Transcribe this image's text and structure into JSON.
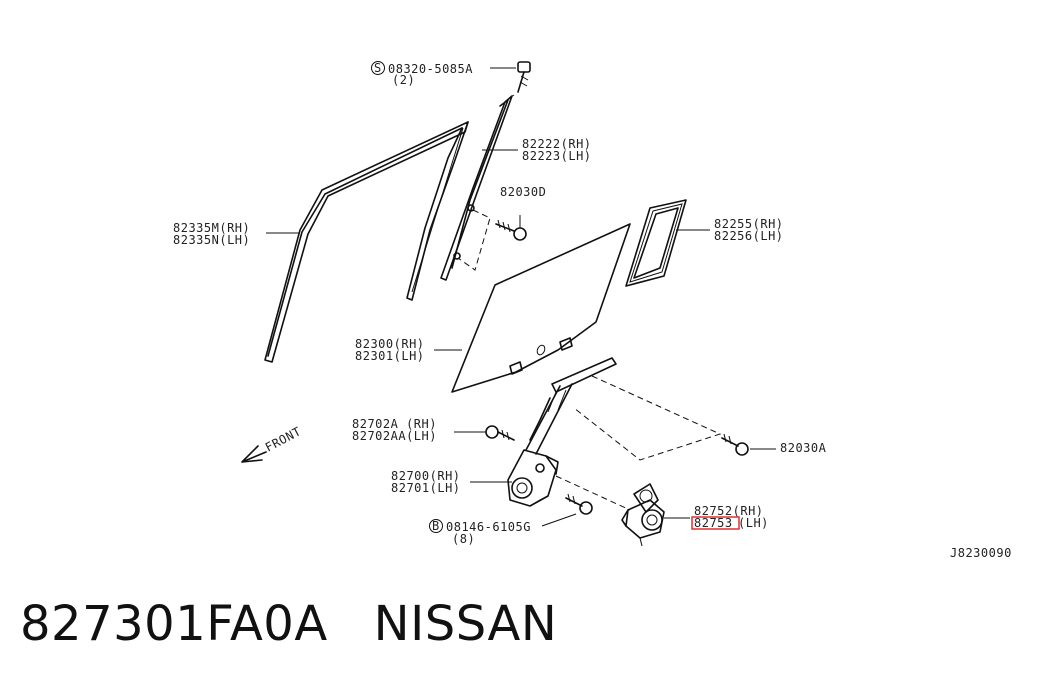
{
  "labels": {
    "screw_code": "08320-5085A",
    "screw_qty": "(2)",
    "channel_rh": "82222(RH)",
    "channel_lh": "82223(LH)",
    "bolt_channel": "82030D",
    "weatherstrip_rh": "82335M(RH)",
    "weatherstrip_lh": "82335N(LH)",
    "vent_glass_rh": "82255(RH)",
    "vent_glass_lh": "82256(LH)",
    "glass_rh": "82300(RH)",
    "glass_lh": "82301(LH)",
    "bolt_regulator_rh": "82702A (RH)",
    "bolt_regulator_lh": "82702AA(LH)",
    "bolt_glass": "82030A",
    "regulator_rh": "82700(RH)",
    "regulator_lh": "82701(LH)",
    "bolt_motor_code": "08146-6105G",
    "bolt_motor_qty": "(8)",
    "motor_rh": "82752(RH)",
    "motor_lh_code": "82753",
    "motor_lh_side": "(LH)",
    "front_arrow": "FRONT",
    "diagram_id": "J8230090"
  },
  "symbols": {
    "screw_circle": "S",
    "bolt_circle": "B"
  },
  "highlight_color": "#e03030",
  "caption": {
    "part_number": "827301FA0A",
    "brand": "NISSAN"
  }
}
